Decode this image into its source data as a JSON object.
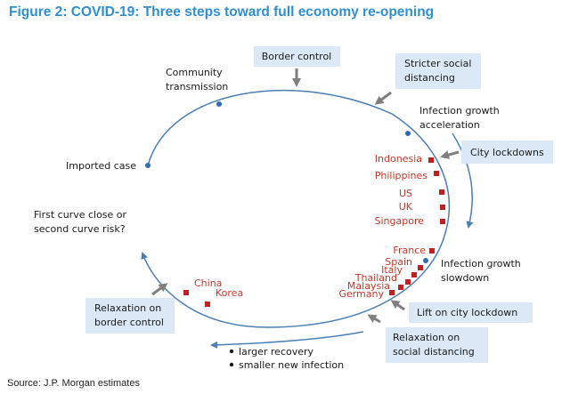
{
  "title": "Figure 2: COVID-19: Three steps toward full economy re-opening",
  "source": "Source: J.P. Morgan estimates",
  "boxes": {
    "border_control": "Border control",
    "stricter_1": "Stricter social",
    "stricter_2": "distancing",
    "city_lockdowns": "City lockdowns",
    "lift_lockdown": "Lift on city lockdown",
    "relax_social_1": "Relaxation on",
    "relax_social_2": "social distancing",
    "relax_border_1": "Relaxation on",
    "relax_border_2": "border control"
  },
  "stages": {
    "community_1": "Community",
    "community_2": "transmission",
    "imported": "Imported case",
    "accel_1": "Infection growth",
    "accel_2": "acceleration",
    "slow_1": "Infection growth",
    "slow_2": "slowdown",
    "first_curve_1": "First curve close or",
    "first_curve_2": "second curve risk?"
  },
  "countries": {
    "indonesia": "Indonesia",
    "philippines": "Philippines",
    "us": "US",
    "uk": "UK",
    "singapore": "Singapore",
    "france": "France",
    "spain": "Spain",
    "italy": "Italy",
    "thailand": "Thailand",
    "malaysia": "Malaysia",
    "germany": "Germany",
    "china": "China",
    "korea": "Korea"
  },
  "bullets": {
    "item1": "larger recovery",
    "item2": "smaller new infection"
  },
  "colors": {
    "title": "#2e8fd1",
    "curve": "#4a7fb5",
    "box_fill": "#dbe9f7",
    "marker": "#c0201f",
    "country": "#c0392b",
    "arrow": "#7f7f7f"
  }
}
